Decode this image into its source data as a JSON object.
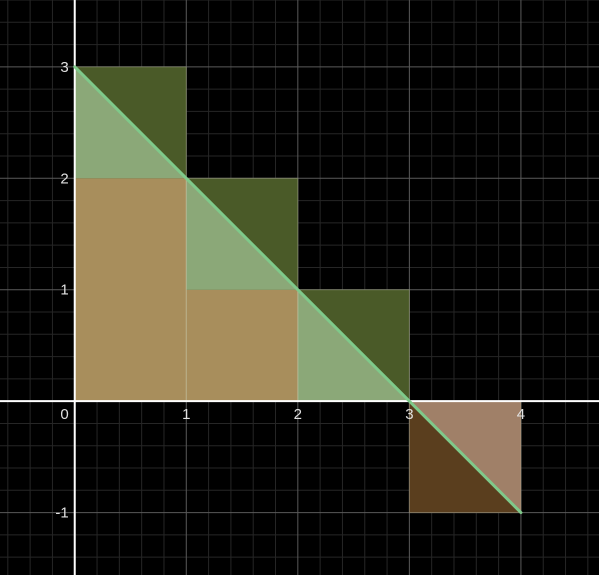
{
  "chart_data": {
    "type": "area",
    "title": "",
    "xlabel": "",
    "ylabel": "",
    "xlim": [
      -0.67,
      4.7
    ],
    "ylim": [
      -1.56,
      3.6
    ],
    "grid": true,
    "x_ticks": [
      {
        "value": 0,
        "label": "0"
      },
      {
        "value": 1,
        "label": "1"
      },
      {
        "value": 2,
        "label": "2"
      },
      {
        "value": 3,
        "label": "3"
      },
      {
        "value": 4,
        "label": "4"
      }
    ],
    "y_ticks": [
      {
        "value": 3,
        "label": "3"
      },
      {
        "value": 2,
        "label": "2"
      },
      {
        "value": 1,
        "label": "1"
      },
      {
        "value": -1,
        "label": "-1"
      }
    ],
    "line": {
      "points": [
        [
          0,
          3
        ],
        [
          4,
          -1
        ]
      ],
      "color": "#7fc98a"
    },
    "upper_rectangles": [
      {
        "x0": 0,
        "x1": 1,
        "y0": 0,
        "y1": 3
      },
      {
        "x0": 1,
        "x1": 2,
        "y0": 0,
        "y1": 2
      },
      {
        "x0": 2,
        "x1": 3,
        "y0": 0,
        "y1": 1
      }
    ],
    "lower_rectangles": [
      {
        "x0": 0,
        "x1": 1,
        "y0": 0,
        "y1": 2
      },
      {
        "x0": 1,
        "x1": 2,
        "y0": 0,
        "y1": 1
      }
    ],
    "negative_rectangle": {
      "x0": 3,
      "x1": 4,
      "y0": -1,
      "y1": 0
    },
    "triangles": [
      {
        "points": [
          [
            0,
            3
          ],
          [
            1,
            2
          ],
          [
            0,
            2
          ]
        ]
      },
      {
        "points": [
          [
            1,
            2
          ],
          [
            2,
            1
          ],
          [
            1,
            1
          ]
        ]
      },
      {
        "points": [
          [
            2,
            1
          ],
          [
            3,
            0
          ],
          [
            2,
            0
          ]
        ]
      },
      {
        "points": [
          [
            3,
            0
          ],
          [
            4,
            0
          ],
          [
            4,
            -1
          ]
        ]
      }
    ],
    "colors": {
      "background": "#000000",
      "minor_grid": "#262626",
      "major_grid": "#5a5a5a",
      "axis": "#ffffff",
      "upper_rect_fill": "#4a5a28",
      "lower_rect_fill": "#a88e5c",
      "negative_rect_fill": "#5a3e1e",
      "triangle_green_fill": "#8ba878",
      "triangle_tan_fill": "#a08068",
      "line": "#7fc98a"
    }
  }
}
